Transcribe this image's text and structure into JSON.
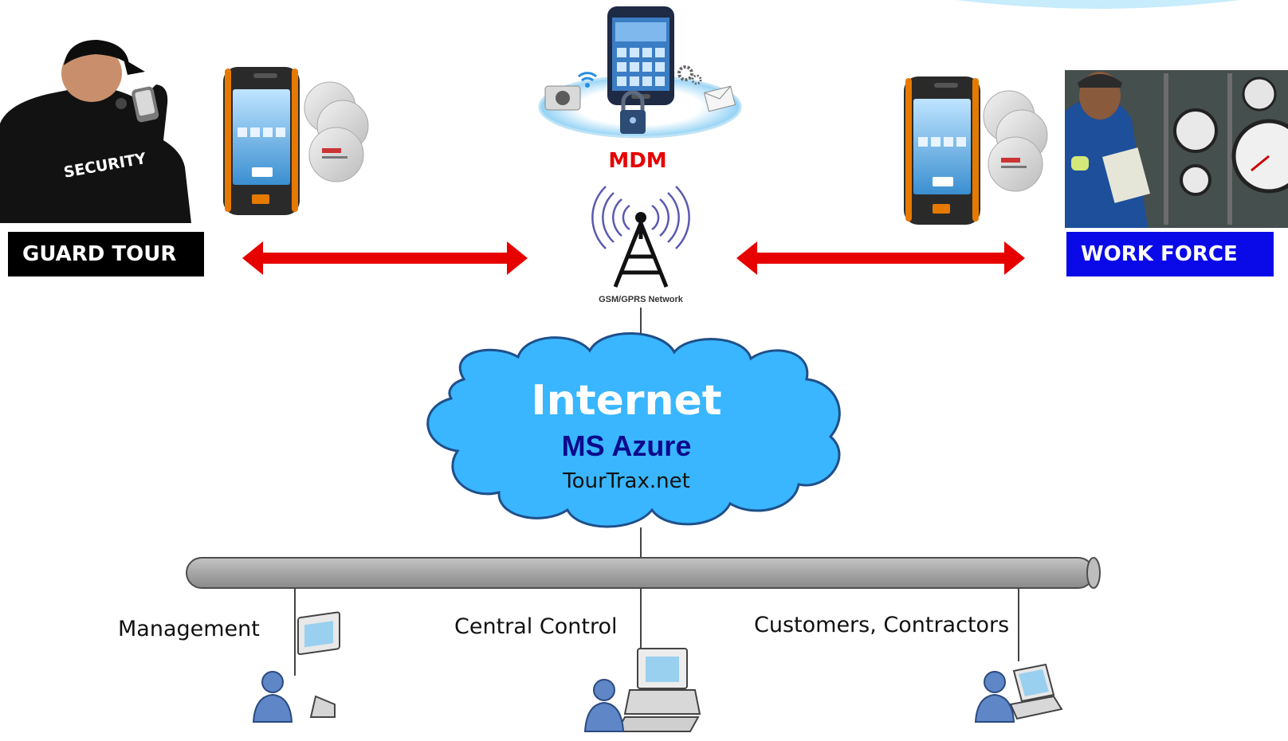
{
  "labels": {
    "guard_tour": "GUARD TOUR",
    "work_force": "WORK FORCE",
    "security_badge": "SECURITY",
    "mdm": "MDM",
    "network": "GSM/GPRS Network"
  },
  "cloud": {
    "title": "Internet",
    "subtitle": "MS Azure",
    "url": "TourTrax.net"
  },
  "clients": {
    "management": "Management",
    "central_control": "Central Control",
    "customers": "Customers, Contractors"
  },
  "colors": {
    "arrow": "#e60000",
    "cloud_fill": "#39b6ff",
    "bus_fill": "#a6a6a6",
    "guard_label_bg": "#000000",
    "workforce_label_bg": "#0a0ae8"
  },
  "icons": {
    "guard": "security-guard-photo",
    "rugged_phone": "rugged-phone-icon",
    "nfc_tags": "nfc-tag-icon",
    "smartphone": "smartphone-icon",
    "tower": "radio-tower-icon",
    "user_desktop": "user-desktop-icon",
    "user_workstation": "user-workstation-icon",
    "user_laptop": "user-laptop-icon"
  }
}
